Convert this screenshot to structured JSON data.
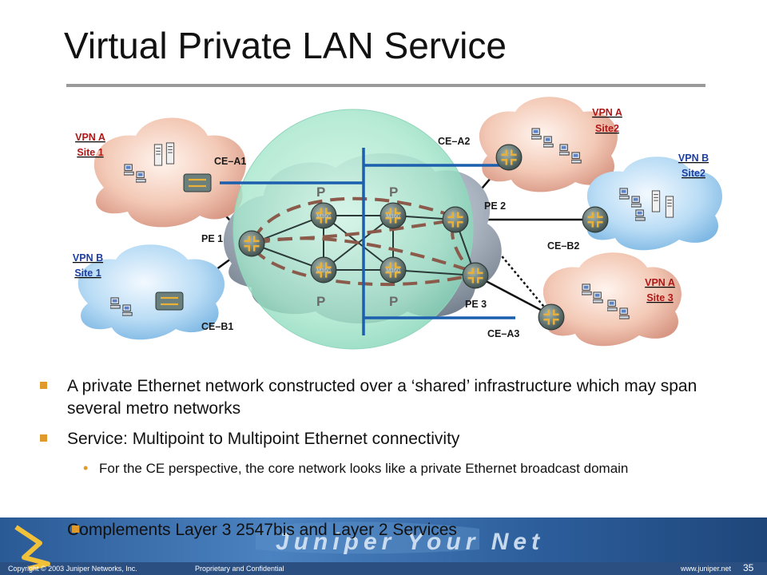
{
  "slide": {
    "title": "Virtual Private LAN Service",
    "bullets": [
      "A private Ethernet network constructed over a ‘shared’ infrastructure which may span several metro networks",
      "Service: Multipoint to Multipoint Ethernet connectivity"
    ],
    "sub_bullet": "For the CE perspective, the core network looks like a private  Ethernet broadcast domain",
    "bullet3": "Complements Layer 3 2547bis and Layer 2 Services"
  },
  "diagram": {
    "sites": {
      "vpn_a_site1": {
        "l1": "VPN A",
        "l2": "Site 1"
      },
      "vpn_b_site1": {
        "l1": "VPN B",
        "l2": "Site 1"
      },
      "vpn_a_site2": {
        "l1": "VPN A",
        "l2": "Site2"
      },
      "vpn_b_site2": {
        "l1": "VPN B",
        "l2": "Site2"
      },
      "vpn_a_site3": {
        "l1": "VPN A",
        "l2": "Site 3"
      }
    },
    "labels": {
      "ce_a1": "CE–A1",
      "ce_b1": "CE–B1",
      "ce_a2": "CE–A2",
      "ce_b2": "CE–B2",
      "ce_a3": "CE–A3",
      "pe1": "PE 1",
      "pe2": "PE 2",
      "pe3": "PE 3",
      "p": "P"
    },
    "router_model": "M160",
    "colors": {
      "site_label": "#b01818",
      "vpn_b_label": "#1e3fa0",
      "bridge_line": "#1b5fae",
      "pseudowire": "#8b5a4a",
      "sphere": "#aee8d0"
    }
  },
  "footer": {
    "copyright": "Copyright © 2003 Juniper Networks, Inc.",
    "confidential": "Proprietary and Confidential",
    "url": "www.juniper.net",
    "page": "35",
    "banner": "Juniper Your Net"
  },
  "icons": [
    "router-icon",
    "switch-icon",
    "pc-icon",
    "server-icon",
    "cloud-icon",
    "bullet-icon"
  ]
}
